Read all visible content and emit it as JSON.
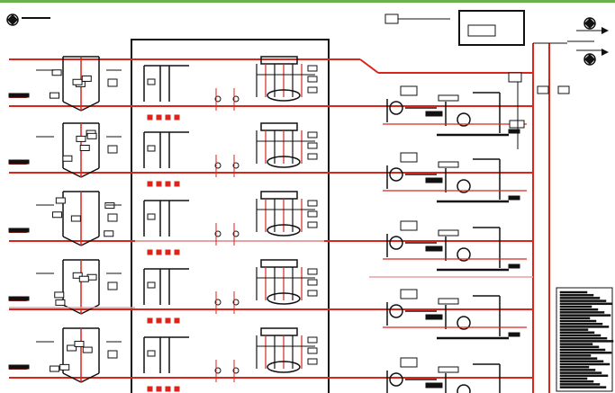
{
  "diagram": {
    "kind": "process-schematic",
    "colors": {
      "top_accent": "#6ab04c",
      "line_red": "#d9261c",
      "line_pink": "#e8a0a0",
      "ink": "#111111"
    },
    "rows": 5,
    "legend_lines": 34,
    "icons": [
      "compass-icon",
      "arrow-right-icon",
      "arrow-right-icon"
    ]
  }
}
